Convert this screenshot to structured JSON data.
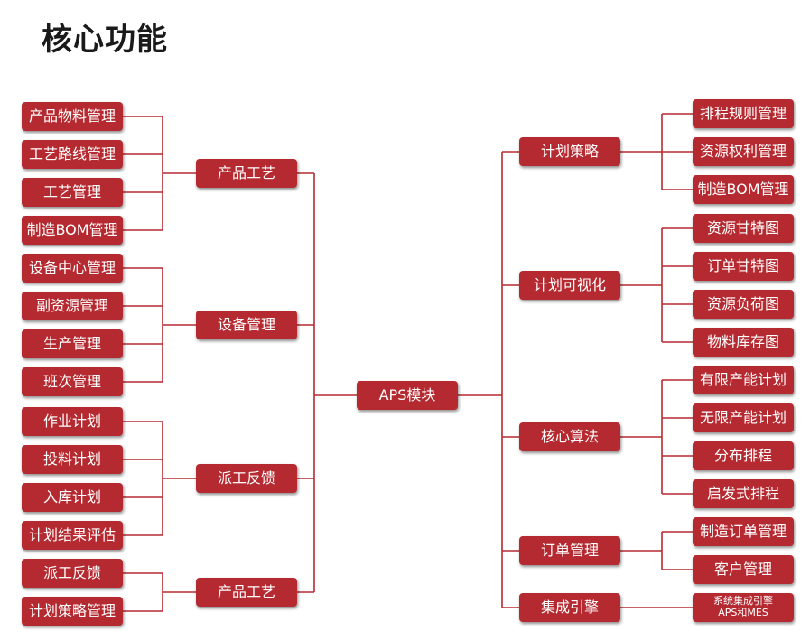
{
  "title": "核心功能",
  "colors": {
    "node_bg": "#b52a30",
    "line": "#b52a30"
  },
  "root": "APS模块",
  "left_groups": [
    {
      "label": "产品工艺",
      "items": [
        "产品物料管理",
        "工艺路线管理",
        "工艺管理",
        "制造BOM管理"
      ]
    },
    {
      "label": "设备管理",
      "items": [
        "设备中心管理",
        "副资源管理",
        "生产管理",
        "班次管理"
      ]
    },
    {
      "label": "派工反馈",
      "items": [
        "作业计划",
        "投料计划",
        "入库计划",
        "计划结果评估"
      ]
    },
    {
      "label": "产品工艺",
      "items": [
        "派工反馈",
        "计划策略管理"
      ]
    }
  ],
  "right_groups": [
    {
      "label": "计划策略",
      "items": [
        "排程规则管理",
        "资源权利管理",
        "制造BOM管理"
      ]
    },
    {
      "label": "计划可视化",
      "items": [
        "资源甘特图",
        "订单甘特图",
        "资源负荷图",
        "物料库存图"
      ]
    },
    {
      "label": "核心算法",
      "items": [
        "有限产能计划",
        "无限产能计划",
        "分布排程",
        "启发式排程"
      ]
    },
    {
      "label": "订单管理",
      "items": [
        "制造订单管理",
        "客户管理"
      ]
    },
    {
      "label": "集成引擎",
      "items": [
        "系统集成引擎\nAPS和MES"
      ]
    }
  ]
}
